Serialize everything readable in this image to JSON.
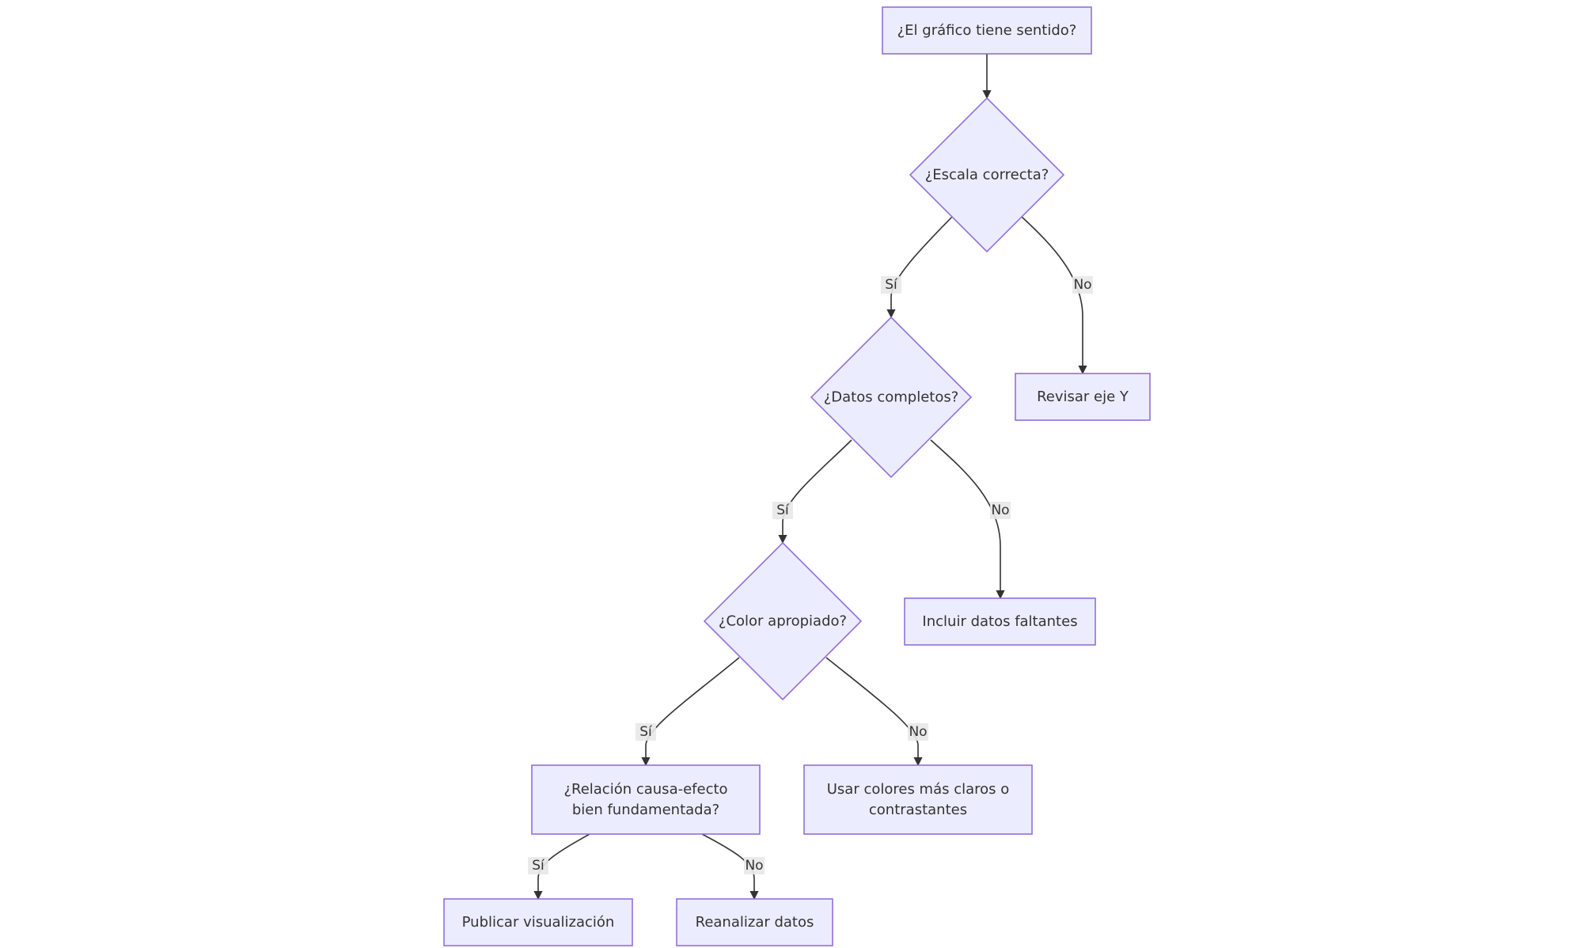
{
  "diagram": {
    "colors": {
      "node_fill": "#ECECFF",
      "node_stroke": "#9370DB",
      "edge": "#333333",
      "text": "#333333",
      "label_bg": "#E8E8E8"
    },
    "nodes": [
      {
        "id": "n1",
        "shape": "rect",
        "lines": [
          "¿El gráfico tiene sentido?"
        ]
      },
      {
        "id": "n2",
        "shape": "diamond",
        "lines": [
          "¿Escala correcta?"
        ]
      },
      {
        "id": "n3",
        "shape": "diamond",
        "lines": [
          "¿Datos completos?"
        ]
      },
      {
        "id": "n4",
        "shape": "rect",
        "lines": [
          "Revisar eje Y"
        ]
      },
      {
        "id": "n5",
        "shape": "diamond",
        "lines": [
          "¿Color apropiado?"
        ]
      },
      {
        "id": "n6",
        "shape": "rect",
        "lines": [
          "Incluir datos faltantes"
        ]
      },
      {
        "id": "n7",
        "shape": "rect",
        "lines": [
          "¿Relación causa-efecto",
          "bien fundamentada?"
        ]
      },
      {
        "id": "n8",
        "shape": "rect",
        "lines": [
          "Usar colores más claros o",
          "contrastantes"
        ]
      },
      {
        "id": "n9",
        "shape": "rect",
        "lines": [
          "Publicar visualización"
        ]
      },
      {
        "id": "n10",
        "shape": "rect",
        "lines": [
          "Reanalizar datos"
        ]
      }
    ],
    "edges": [
      {
        "id": "e1",
        "from": "n1",
        "to": "n2",
        "label": ""
      },
      {
        "id": "e2",
        "from": "n2",
        "to": "n3",
        "label": "Sí"
      },
      {
        "id": "e3",
        "from": "n2",
        "to": "n4",
        "label": "No"
      },
      {
        "id": "e4",
        "from": "n3",
        "to": "n5",
        "label": "Sí"
      },
      {
        "id": "e5",
        "from": "n3",
        "to": "n6",
        "label": "No"
      },
      {
        "id": "e6",
        "from": "n5",
        "to": "n7",
        "label": "Sí"
      },
      {
        "id": "e7",
        "from": "n5",
        "to": "n8",
        "label": "No"
      },
      {
        "id": "e8",
        "from": "n7",
        "to": "n9",
        "label": "Sí"
      },
      {
        "id": "e9",
        "from": "n7",
        "to": "n10",
        "label": "No"
      }
    ]
  }
}
